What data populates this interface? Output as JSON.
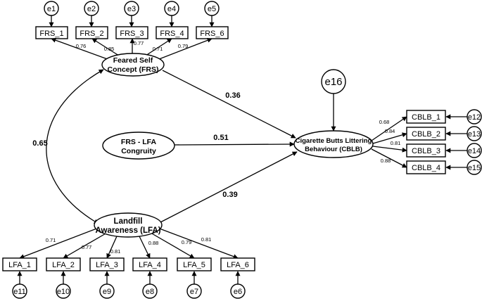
{
  "latents": {
    "frs": {
      "line1": "Feared Self",
      "line2": "Concept (FRS)"
    },
    "cong": {
      "line1": "FRS - LFA",
      "line2": "Congruity"
    },
    "lfa": {
      "line1": "Landfill",
      "line2": "Awareness (LFA)"
    },
    "cblb": {
      "line1": "Cigarette Butts Littering",
      "line2": "Behaviour (CBLB)"
    }
  },
  "frs_items": [
    {
      "label": "FRS_1",
      "error": "e1",
      "loading": "0.76"
    },
    {
      "label": "FRS_2",
      "error": "e2",
      "loading": "0.85"
    },
    {
      "label": "FRS_3",
      "error": "e3",
      "loading": "0.77"
    },
    {
      "label": "FRS_4",
      "error": "e4",
      "loading": "0.71"
    },
    {
      "label": "FRS_6",
      "error": "e5",
      "loading": "0.79"
    }
  ],
  "lfa_items": [
    {
      "label": "LFA_1",
      "error": "e11",
      "loading": "0.71"
    },
    {
      "label": "LFA_2",
      "error": "e10",
      "loading": "0.77"
    },
    {
      "label": "LFA_3",
      "error": "e9",
      "loading": "0.81"
    },
    {
      "label": "LFA_4",
      "error": "e8",
      "loading": "0.88"
    },
    {
      "label": "LFA_5",
      "error": "e7",
      "loading": "0.79"
    },
    {
      "label": "LFA_6",
      "error": "e6",
      "loading": "0.81"
    }
  ],
  "cblb_items": [
    {
      "label": "CBLB_1",
      "error": "e12",
      "loading": "0.68"
    },
    {
      "label": "CBLB_2",
      "error": "e13",
      "loading": "0.84"
    },
    {
      "label": "CBLB_3",
      "error": "e14",
      "loading": "0.81"
    },
    {
      "label": "CBLB_4",
      "error": "e15",
      "loading": "0.88"
    }
  ],
  "disturbance": "e16",
  "paths": {
    "frs_cblb": "0.36",
    "cong_cblb": "0.51",
    "lfa_cblb": "0.39",
    "frs_lfa": "0.65"
  }
}
